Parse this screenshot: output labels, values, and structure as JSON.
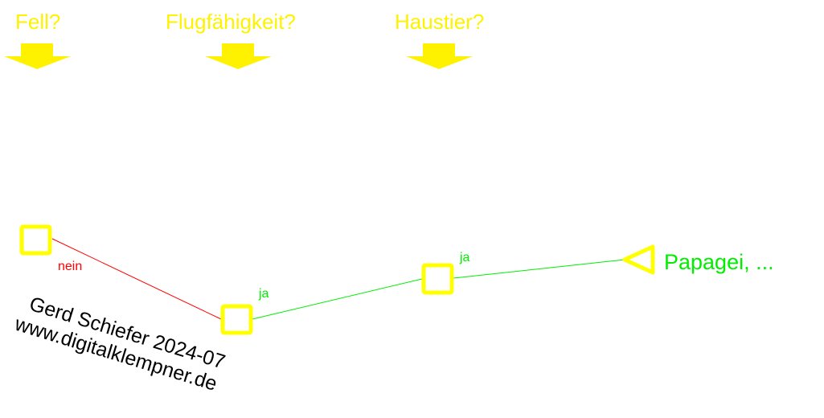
{
  "colors": {
    "node": "#ffff00",
    "arrow": "#fff200",
    "no": "#ff0000",
    "yes": "#00ee00",
    "text": "#000000"
  },
  "questions": [
    {
      "label": "Fell?"
    },
    {
      "label": "Flugfähigkeit?"
    },
    {
      "label": "Haustier?"
    }
  ],
  "edges": [
    {
      "label": "nein",
      "answer": "no"
    },
    {
      "label": "ja",
      "answer": "yes"
    },
    {
      "label": "ja",
      "answer": "yes"
    }
  ],
  "leaf": {
    "label": "Papagei, ..."
  },
  "credit": {
    "line1": "Gerd Schiefer 2024-07",
    "line2": "www.digitalklempner.de"
  }
}
